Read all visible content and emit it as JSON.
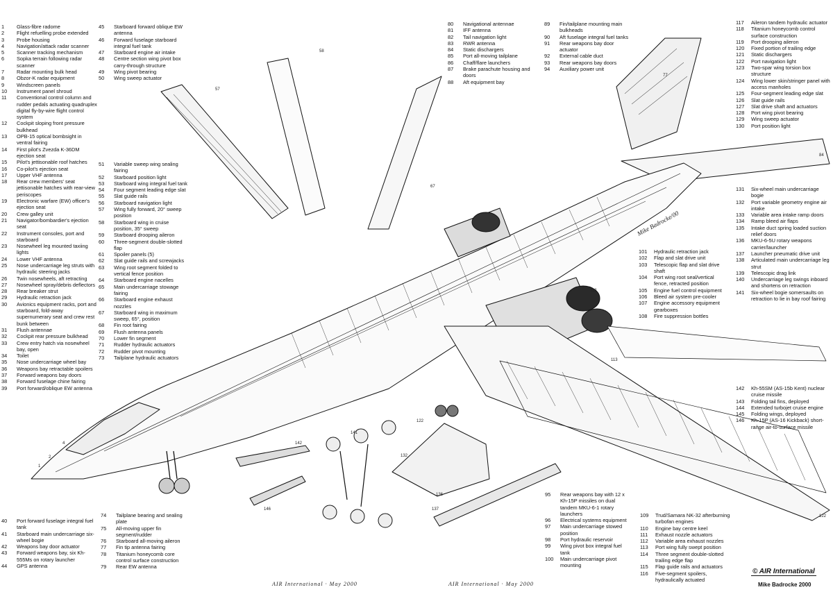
{
  "legend_groups": [
    {
      "id": "g1",
      "items": [
        {
          "n": "1",
          "t": "Glass-fibre radome"
        },
        {
          "n": "2",
          "t": "Flight refuelling probe extended"
        },
        {
          "n": "3",
          "t": "Probe housing"
        },
        {
          "n": "4",
          "t": "Navigation/attack radar scanner"
        },
        {
          "n": "5",
          "t": "Scanner tracking mechanism"
        },
        {
          "n": "6",
          "t": "Sopka terrain following radar scanner"
        },
        {
          "n": "7",
          "t": "Radar mounting bulk head"
        },
        {
          "n": "8",
          "t": "Obzor-K radar equipment"
        },
        {
          "n": "9",
          "t": "Windscreen panels"
        },
        {
          "n": "10",
          "t": "Instrument panel shroud"
        },
        {
          "n": "11",
          "t": "Conventional control column and rudder pedals actuating quadruplex digital fly-by-wire flight control system"
        },
        {
          "n": "12",
          "t": "Cockpit sloping front pressure bulkhead"
        },
        {
          "n": "13",
          "t": "OPB-15 optical bombsight in ventral fairing"
        },
        {
          "n": "14",
          "t": "First pilot's Zvezda K-36DM ejection seat"
        },
        {
          "n": "15",
          "t": "Pilot's jettisonable roof hatches"
        },
        {
          "n": "16",
          "t": "Co-pilot's ejection seat"
        },
        {
          "n": "17",
          "t": "Upper VHF antenna"
        },
        {
          "n": "18",
          "t": "Rear crew members' seat jettisonable hatches with rear-view periscopes"
        },
        {
          "n": "19",
          "t": "Electronic warfare (EW) officer's ejection seat"
        },
        {
          "n": "20",
          "t": "Crew galley unit"
        },
        {
          "n": "21",
          "t": "Navigator/bombardier's ejection seat"
        },
        {
          "n": "22",
          "t": "Instrument consoles, port and starboard"
        },
        {
          "n": "23",
          "t": "Nosewheel leg mounted taxiing lights"
        },
        {
          "n": "24",
          "t": "Lower VHF antenna"
        },
        {
          "n": "25",
          "t": "Nose undercarriage leg struts with hydraulic steering jacks"
        },
        {
          "n": "26",
          "t": "Twin nosewheels, aft retracting"
        },
        {
          "n": "27",
          "t": "Nosewheel spray/debris deflectors"
        },
        {
          "n": "28",
          "t": "Rear breaker strut"
        },
        {
          "n": "29",
          "t": "Hydraulic retraction jack"
        },
        {
          "n": "30",
          "t": "Avionics equipment racks, port and starboard, fold-away supernumerary seat and crew rest bunk between"
        },
        {
          "n": "31",
          "t": "Flush antennae"
        },
        {
          "n": "32",
          "t": "Cockpit rear pressure bulkhead"
        },
        {
          "n": "33",
          "t": "Crew entry hatch via nosewheel bay, open"
        },
        {
          "n": "34",
          "t": "Toilet"
        },
        {
          "n": "35",
          "t": "Nose undercarriage wheel bay"
        },
        {
          "n": "36",
          "t": "Weapons bay retractable spoilers"
        },
        {
          "n": "37",
          "t": "Forward weapons bay doors"
        },
        {
          "n": "38",
          "t": "Forward fuselage chine fairing"
        },
        {
          "n": "39",
          "t": "Port forward/oblique EW antenna"
        }
      ]
    },
    {
      "id": "g2",
      "items": [
        {
          "n": "40",
          "t": "Port forward fuselage integral fuel tank"
        },
        {
          "n": "41",
          "t": "Starboard main undercarriage six-wheel bogie"
        },
        {
          "n": "42",
          "t": "Weapons bay door actuator"
        },
        {
          "n": "43",
          "t": "Forward weapons bay, six Kh-555Ms on rotary launcher"
        },
        {
          "n": "44",
          "t": "GPS antenna"
        }
      ]
    },
    {
      "id": "g3",
      "items": [
        {
          "n": "45",
          "t": "Starboard forward oblique EW antenna"
        },
        {
          "n": "46",
          "t": "Forward fuselage starboard integral fuel tank"
        },
        {
          "n": "47",
          "t": "Starboard engine air intake"
        },
        {
          "n": "48",
          "t": "Centre section wing pivot box carry-through structure"
        },
        {
          "n": "49",
          "t": "Wing pivot bearing"
        },
        {
          "n": "50",
          "t": "Wing sweep actuator"
        }
      ]
    },
    {
      "id": "g4",
      "items": [
        {
          "n": "51",
          "t": "Variable sweep wing sealing fairing"
        },
        {
          "n": "52",
          "t": "Starboard position light"
        },
        {
          "n": "53",
          "t": "Starboard wing integral fuel tank"
        },
        {
          "n": "54",
          "t": "Four segment leading edge slat"
        },
        {
          "n": "55",
          "t": "Slat guide rails"
        },
        {
          "n": "56",
          "t": "Starboard navigation light"
        },
        {
          "n": "57",
          "t": "Wing fully forward, 20° sweep position"
        },
        {
          "n": "58",
          "t": "Starboard wing in cruise position, 35° sweep"
        },
        {
          "n": "59",
          "t": "Starboard drooping aileron"
        },
        {
          "n": "60",
          "t": "Three-segment double-slotted flap"
        },
        {
          "n": "61",
          "t": "Spoiler panels (5)"
        },
        {
          "n": "62",
          "t": "Slat guide rails and screwjacks"
        },
        {
          "n": "63",
          "t": "Wing root segment folded to vertical fence position"
        },
        {
          "n": "64",
          "t": "Starboard engine nacelles"
        },
        {
          "n": "65",
          "t": "Main undercarriage stowage fairing"
        },
        {
          "n": "66",
          "t": "Starboard engine exhaust nozzles"
        },
        {
          "n": "67",
          "t": "Starboard wing in maximum sweep, 65°, position"
        },
        {
          "n": "68",
          "t": "Fin root fairing"
        },
        {
          "n": "69",
          "t": "Flush antenna panels"
        },
        {
          "n": "70",
          "t": "Lower fin segment"
        },
        {
          "n": "71",
          "t": "Rudder hydraulic actuators"
        },
        {
          "n": "72",
          "t": "Rudder pivot mounting"
        },
        {
          "n": "73",
          "t": "Tailplane hydraulic actuators"
        }
      ]
    },
    {
      "id": "g5",
      "items": [
        {
          "n": "74",
          "t": "Tailplane bearing and sealing plate"
        },
        {
          "n": "75",
          "t": "All-moving upper fin segment/rudder"
        },
        {
          "n": "76",
          "t": "Starboard all-moving aileron"
        },
        {
          "n": "77",
          "t": "Fin tip antenna fairing"
        },
        {
          "n": "78",
          "t": "Titanium honeycomb core control surface construction"
        },
        {
          "n": "79",
          "t": "Rear EW antenna"
        }
      ]
    },
    {
      "id": "g6",
      "items": [
        {
          "n": "80",
          "t": "Navigational antennae"
        },
        {
          "n": "81",
          "t": "IFF antenna"
        },
        {
          "n": "82",
          "t": "Tail navigation light"
        },
        {
          "n": "83",
          "t": "RWR antenna"
        },
        {
          "n": "84",
          "t": "Static dischargers"
        },
        {
          "n": "85",
          "t": "Port all-moving tailplane"
        },
        {
          "n": "86",
          "t": "Chaff/flare launchers"
        },
        {
          "n": "87",
          "t": "Brake parachute housing and doors"
        },
        {
          "n": "88",
          "t": "Aft equipment bay"
        }
      ]
    },
    {
      "id": "g7",
      "items": [
        {
          "n": "89",
          "t": "Fin/tailplane mounting main bulkheads"
        },
        {
          "n": "90",
          "t": "Aft fuselage integral fuel tanks"
        },
        {
          "n": "91",
          "t": "Rear weapons bay door actuator"
        },
        {
          "n": "92",
          "t": "External cable duct"
        },
        {
          "n": "93",
          "t": "Rear weapons bay doors"
        },
        {
          "n": "94",
          "t": "Auxiliary power unit"
        }
      ]
    },
    {
      "id": "g8",
      "items": [
        {
          "n": "95",
          "t": "Rear weapons bay with 12 x Kh-15P missiles on dual tandem MKU-6-1 rotary launchers"
        },
        {
          "n": "96",
          "t": "Electrical systems equipment"
        },
        {
          "n": "97",
          "t": "Main undercarriage stowed position"
        },
        {
          "n": "98",
          "t": "Port hydraulic reservoir"
        },
        {
          "n": "99",
          "t": "Wing pivot box integral fuel tank"
        },
        {
          "n": "100",
          "t": "Main undercarriage pivot mounting"
        }
      ]
    },
    {
      "id": "g9",
      "items": [
        {
          "n": "101",
          "t": "Hydraulic retraction jack"
        },
        {
          "n": "102",
          "t": "Flap and slat drive unit"
        },
        {
          "n": "103",
          "t": "Telescopic flap and slat drive shaft"
        },
        {
          "n": "104",
          "t": "Port wing root seal/vertical fence, retracted position"
        },
        {
          "n": "105",
          "t": "Engine fuel control equipment"
        },
        {
          "n": "106",
          "t": "Bleed air system pre-cooler"
        },
        {
          "n": "107",
          "t": "Engine accessory equipment gearboxes"
        },
        {
          "n": "108",
          "t": "Fire suppression bottles"
        }
      ]
    },
    {
      "id": "g10",
      "items": [
        {
          "n": "109",
          "t": "Trud/Samara NK-32 afterburning turbofan engines"
        },
        {
          "n": "110",
          "t": "Engine bay centre keel"
        },
        {
          "n": "111",
          "t": "Exhaust nozzle actuators"
        },
        {
          "n": "112",
          "t": "Variable area exhaust nozzles"
        },
        {
          "n": "113",
          "t": "Port wing fully swept position"
        },
        {
          "n": "114",
          "t": "Three segment double-slotted trailing edge flap"
        },
        {
          "n": "115",
          "t": "Flap guide rails and actuators"
        },
        {
          "n": "116",
          "t": "Five-segment spoilers, hydraulically actuated"
        }
      ]
    },
    {
      "id": "g11",
      "items": [
        {
          "n": "117",
          "t": "Aileron tandem hydraulic actuator"
        },
        {
          "n": "118",
          "t": "Titanium honeycomb control surface construction"
        },
        {
          "n": "119",
          "t": "Port drooping aileron"
        },
        {
          "n": "120",
          "t": "Fixed portion of trailing edge"
        },
        {
          "n": "121",
          "t": "Static dischargers"
        },
        {
          "n": "122",
          "t": "Port navigation light"
        },
        {
          "n": "123",
          "t": "Two-spar wing torsion box structure"
        },
        {
          "n": "124",
          "t": "Wing lower skin/stringer panel with access manholes"
        },
        {
          "n": "125",
          "t": "Four-segment leading edge slat"
        },
        {
          "n": "126",
          "t": "Slat guide rails"
        },
        {
          "n": "127",
          "t": "Slat drive shaft and actuators"
        },
        {
          "n": "128",
          "t": "Port wing pivot bearing"
        },
        {
          "n": "129",
          "t": "Wing sweep actuator"
        },
        {
          "n": "130",
          "t": "Port position light"
        }
      ]
    },
    {
      "id": "g12",
      "items": [
        {
          "n": "131",
          "t": "Six-wheel main undercarriage bogie"
        },
        {
          "n": "132",
          "t": "Port variable geometry engine air intake"
        },
        {
          "n": "133",
          "t": "Variable area intake ramp doors"
        },
        {
          "n": "134",
          "t": "Ramp bleed air flaps"
        },
        {
          "n": "135",
          "t": "Intake duct spring loaded suction relief doors"
        },
        {
          "n": "136",
          "t": "MKU-6-5U rotary weapons carrier/launcher"
        },
        {
          "n": "137",
          "t": "Launcher pneumatic drive unit"
        },
        {
          "n": "138",
          "t": "Articulated main undercarriage leg strut"
        },
        {
          "n": "139",
          "t": "Telescopic drag link"
        },
        {
          "n": "140",
          "t": "Undercarriage leg swings inboard and shortens on retraction"
        },
        {
          "n": "141",
          "t": "Six-wheel bogie somersaults on retraction to lie in bay roof fairing"
        }
      ]
    },
    {
      "id": "g13",
      "items": [
        {
          "n": "142",
          "t": "Kh-55SM (AS-15b Kent) nuclear cruise missile"
        },
        {
          "n": "143",
          "t": "Folding tail fins, deployed"
        },
        {
          "n": "144",
          "t": "Extended turbojet cruise engine"
        },
        {
          "n": "145",
          "t": "Folding wings, deployed"
        },
        {
          "n": "146",
          "t": "Kh-15P (AS-16 Kickback) short-range air-to-surface missile"
        }
      ]
    }
  ],
  "signature": "Mike Badrocke/00",
  "footer": {
    "left": "AIR International · May 2000",
    "right": "AIR International · May 2000",
    "credit": "Mike Badrocke 2000",
    "logo": "AIR International",
    "copyright": "©"
  }
}
